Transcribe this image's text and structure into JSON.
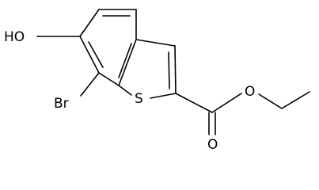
{
  "molecule": {
    "atoms": {
      "hydroxyl": "HO",
      "bromine": "Br",
      "sulfur": "S",
      "ester_oxygen": "O",
      "carbonyl_oxygen": "O"
    }
  }
}
